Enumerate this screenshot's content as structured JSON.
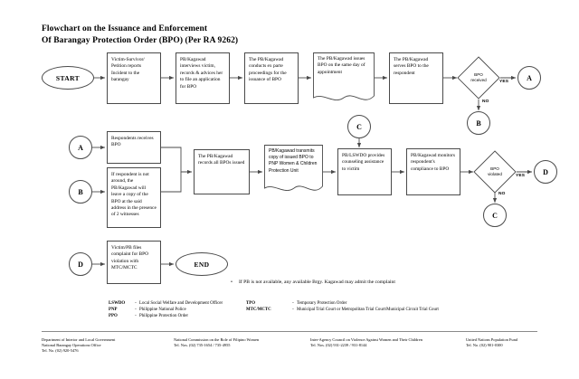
{
  "document": {
    "title_line1": "Flowchart on the Issuance and Enforcement",
    "title_line2": "Of Barangay Protection Order (BPO) (Per RA 9262)"
  },
  "flow": {
    "start": "START",
    "end": "END",
    "row1": {
      "n1": "Victim-Survivor/ Petition reports Incident to the barangay",
      "n2": "PB/Kagawad interviews victim, records & advices her to file an application for BPO",
      "n3": "The PB/Kagawad conducts ex parte proceedings for the issuance of BPO",
      "n4": "The PB/Kagawad issues BPO on the same day of appointment",
      "n5": "The PB/Kagawad serves BPO to the respondent"
    },
    "row2": {
      "n6": "Respondents receives BPO",
      "n7": "If respondent is not around, the PB/Kagawad will leave a copy of the BPO at the said address in the presence of 2 witnesses",
      "n8": "The PB/Kagawad records all BPOs issued",
      "n9": "PB/Kagawad transmits copy of issued BPO to PNP Women & Children Protection Unit",
      "n10": "PB/LSWDO provides counseling assistance to victim",
      "n11": "PB/Kagawad monitors respondent's compliance to BPO"
    },
    "row3": {
      "n12": "Victim/PB files complaint for BPO violation with MTC/MCTC"
    },
    "decisions": {
      "d1_line1": "BPO",
      "d1_line2": "received",
      "d2_line1": "BPO",
      "d2_line2": "violated"
    },
    "labels": {
      "yes": "YES",
      "no": "NO"
    },
    "connectors": {
      "a": "A",
      "b": "B",
      "c": "C",
      "d": "D"
    }
  },
  "note": {
    "bullet": "•",
    "text": "If PB is not available, any available Brgy. Kagawad may admit the complaint"
  },
  "legend": {
    "left": [
      {
        "abbr": "LSWDO",
        "dash": "-",
        "defn": "Local Social Welfare and Development Officer"
      },
      {
        "abbr": "PNP",
        "dash": "-",
        "defn": "Philippine National Police"
      },
      {
        "abbr": "PPO",
        "dash": "-",
        "defn": "Philippine Protection Order"
      }
    ],
    "right": [
      {
        "abbr": "TPO",
        "dash": "-",
        "defn": "Temporary Protection Order"
      },
      {
        "abbr": "MTC/MCTC",
        "dash": "-",
        "defn": "Municipal Trial Court or Metropolitan Trial Court/Municipal Circuit Trial Court"
      }
    ]
  },
  "footer": {
    "col1": {
      "l1": "Department of Interior and Local Government",
      "l2": "National Barangay Operations Office",
      "l3": "Tel. No. (02) 920-5476"
    },
    "col2": {
      "l1": "National Commission on the Role of Filipino Women",
      "l2": "Tel. Nos. (02) 735-1654 / 735-4955",
      "l3": ""
    },
    "col3": {
      "l1": "Inter-Agency Council on Violence Against Women and Their Children",
      "l2": "Tel. Nos. (02) 931-2239 / 931-8144",
      "l3": ""
    },
    "col4": {
      "l1": "United Nations Population Fund",
      "l2": "Tel. No. (02) 901-0300",
      "l3": ""
    }
  },
  "colors": {
    "stroke": "#4a4a4a",
    "text": "#000000",
    "background": "#ffffff"
  }
}
